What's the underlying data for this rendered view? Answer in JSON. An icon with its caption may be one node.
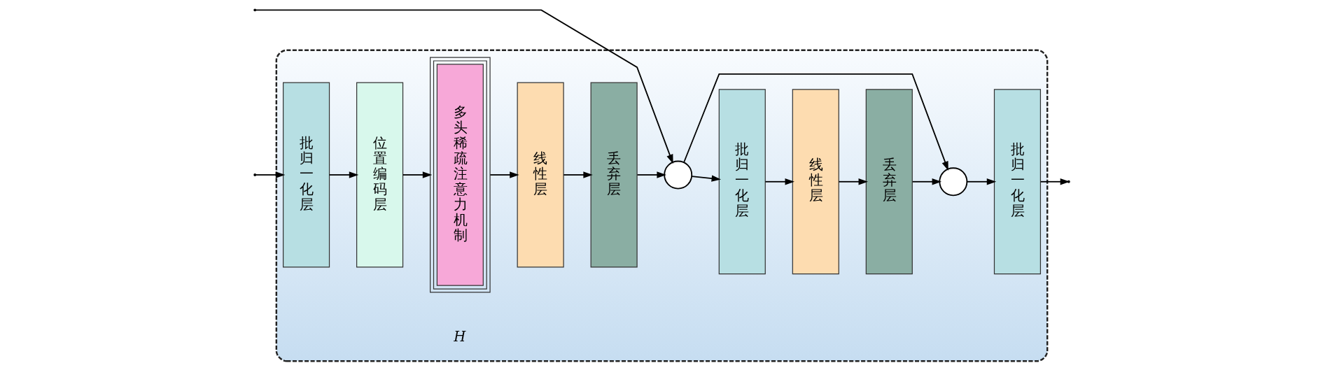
{
  "diagram": {
    "nodes": [
      {
        "text": [],
        "shape": "box"
      },
      {
        "text": [
          "批归一化层"
        ],
        "in": 0
      },
      {
        "text": [
          "位置编码层"
        ],
        "in": 0
      },
      {
        "text": [
          "多头稀疏注意力机制"
        ],
        "in": 0,
        "beside": [
          "H"
        ]
      },
      {
        "text": [
          "线性层"
        ],
        "in": 0
      },
      {
        "text": [
          "丢弃层"
        ],
        "in": 0
      },
      {
        "text": [],
        "shape": "circle",
        "in": 0
      },
      {
        "text": [
          "批归一化层"
        ],
        "in": 0
      },
      {
        "text": [
          "线性层"
        ],
        "in": 0
      },
      {
        "text": [
          "丢弃层"
        ],
        "in": 0
      },
      {
        "text": [],
        "shape": "circle",
        "in": 0
      },
      {
        "text": [
          "批归一化层"
        ],
        "in": 0
      }
    ],
    "edges": [
      {
        "from": null,
        "to": 1,
        "arrow": "to"
      },
      {
        "from": null,
        "to": 6,
        "arrow": "to"
      },
      {
        "from": 1,
        "to": 2,
        "arrow": "to"
      },
      {
        "from": 2,
        "to": 3,
        "arrow": "to"
      },
      {
        "from": 3,
        "to": 4,
        "arrow": "to"
      },
      {
        "from": 4,
        "to": 5,
        "arrow": "to"
      },
      {
        "from": 5,
        "to": 6,
        "arrow": "to"
      },
      {
        "from": 6,
        "to": 7,
        "arrow": "to"
      },
      {
        "from": 6,
        "to": 10,
        "arrow": "to"
      },
      {
        "from": 7,
        "to": 8,
        "arrow": "to"
      },
      {
        "from": 8,
        "to": 9,
        "arrow": "to"
      },
      {
        "from": 9,
        "to": 10,
        "arrow": "to"
      },
      {
        "from": 10,
        "to": 11,
        "arrow": "to"
      },
      {
        "from": 11,
        "to": null,
        "arrow": "to"
      }
    ]
  }
}
